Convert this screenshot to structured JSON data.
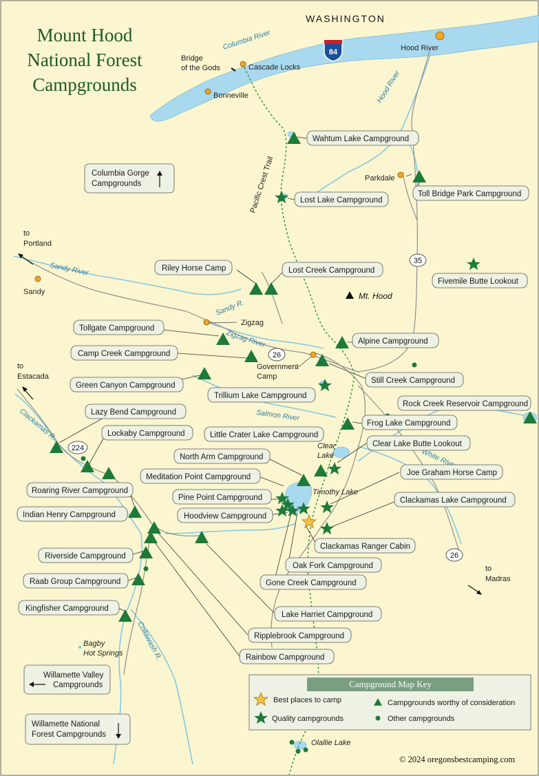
{
  "title_lines": [
    "Mount Hood",
    "National Forest",
    "Campgrounds"
  ],
  "state_label": "WASHINGTON",
  "rivers": {
    "columbia": "Columbia River",
    "hood": "Hood River",
    "sandy": "Sandy River",
    "sandy_short": "Sandy R.",
    "zigzag": "Zigzag River",
    "salmon": "Salmon River",
    "clackamas": "Clackamas R.",
    "collawash": "Collawash R.",
    "white": "White River"
  },
  "lakes": {
    "clear": [
      "Clear",
      "Lake"
    ],
    "timothy": "Timothy Lake",
    "olallie": "Olallie Lake"
  },
  "trail": "Pacific Crest Trail",
  "peak": "Mt. Hood",
  "highways": {
    "i84": "84",
    "us26_a": "26",
    "us26_b": "26",
    "or35": "35",
    "r224": "224"
  },
  "towns": {
    "bridge": [
      "Bridge",
      "of the Gods"
    ],
    "cascade_locks": "Cascade Locks",
    "bonneville": "Bonneville",
    "hood_river": "Hood River",
    "parkdale": "Parkdale",
    "sandy": "Sandy",
    "zigzag": "Zigzag",
    "government_camp": [
      "Government",
      "Camp"
    ],
    "bagby": [
      "Bagby",
      "Hot Springs"
    ]
  },
  "directions": {
    "portland": [
      "to",
      "Portland"
    ],
    "estacada": [
      "to",
      "Estacada"
    ],
    "madras": [
      "to",
      "Madras"
    ]
  },
  "nav_boxes": {
    "columbia_gorge": [
      "Columbia Gorge",
      "Campgrounds"
    ],
    "willamette_valley": [
      "Willamette Valley",
      "Campgrounds"
    ],
    "willamette_nf": [
      "Willamette National",
      "Forest Campgrounds"
    ]
  },
  "campgrounds": {
    "wahtum": "Wahtum Lake Campground",
    "lost_lake": "Lost Lake Campground",
    "toll_bridge": "Toll Bridge Park Campground",
    "riley": "Riley Horse Camp",
    "lost_creek": "Lost Creek Campground",
    "fivemile": "Fivemile Butte Lookout",
    "tollgate": "Tollgate Campground",
    "alpine": "Alpine Campground",
    "camp_creek": "Camp Creek Campground",
    "still_creek": "Still Creek Campground",
    "green_canyon": "Green Canyon Campground",
    "trillium": "Trillium Lake Campground",
    "rock_creek": "Rock Creek Reservoir Campground",
    "lazy_bend": "Lazy Bend Campground",
    "frog_lake": "Frog Lake Campground",
    "lockaby": "Lockaby Campground",
    "little_crater": "Little Crater Lake Campground",
    "clear_lake_butte": "Clear Lake Butte Lookout",
    "north_arm": "North Arm Campground",
    "joe_graham": "Joe Graham Horse Camp",
    "meditation": "Meditation Point Campground",
    "roaring_river": "Roaring River Campground",
    "clackamas_lake": "Clackamas Lake Campground",
    "pine_point": "Pine Point Campground",
    "indian_henry": "Indian Henry Campground",
    "hoodview": "Hoodview Campground",
    "ranger_cabin": "Clackamas Ranger Cabin",
    "riverside": "Riverside Campground",
    "oak_fork": "Oak Fork Campground",
    "raab": "Raab Group Campground",
    "gone_creek": "Gone Creek Campground",
    "kingfisher": "Kingfisher Campground",
    "lake_harriet": "Lake Harriet Campground",
    "ripplebrook": "Ripplebrook Campground",
    "rainbow": "Rainbow Campground"
  },
  "key": {
    "title": "Campground Map Key",
    "best": "Best places to camp",
    "quality": "Quality campgrounds",
    "worthy": "Campgrounds worthy of consideration",
    "other": "Other campgrounds"
  },
  "copyright": "© 2024 oregonsbestcamping.com",
  "colors": {
    "land": "#fbf6cf",
    "water": "#a9d9ef",
    "river": "#7fc3e0",
    "marker": "#1e7a3a",
    "best": "#f5c242",
    "title": "#1c5a2a",
    "town": "#f2a623",
    "key_header": "#7a9e80"
  }
}
